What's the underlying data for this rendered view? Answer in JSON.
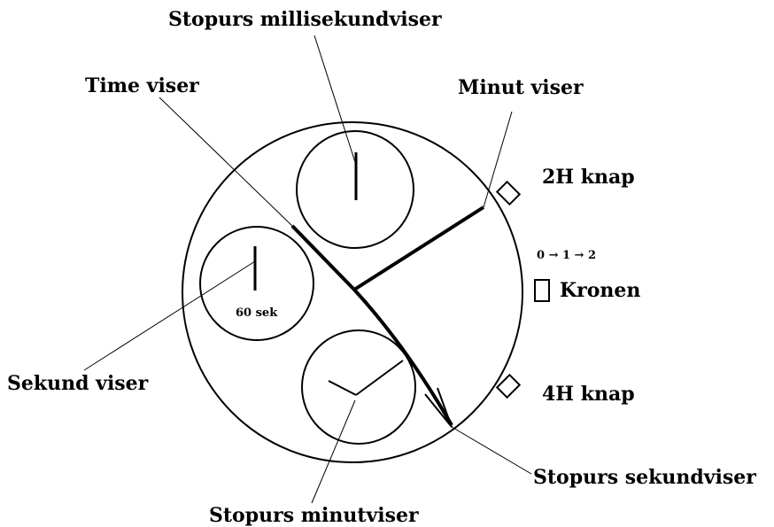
{
  "labels": {
    "stopurs_millisekundviser": "Stopurs millisekundviser",
    "time_viser": "Time viser",
    "minut_viser": "Minut viser",
    "knap_2h": "2H knap",
    "crown_positions": "0 → 1 → 2",
    "kronen": "Kronen",
    "sixty_sek": "60 sek",
    "sekund_viser": "Sekund viser",
    "knap_4h": "4H knap",
    "stopurs_sekundviser": "Stopurs sekundviser",
    "stopurs_minutviser": "Stopurs minutviser"
  },
  "colors": {
    "ink": "#000000",
    "background": "#ffffff"
  }
}
